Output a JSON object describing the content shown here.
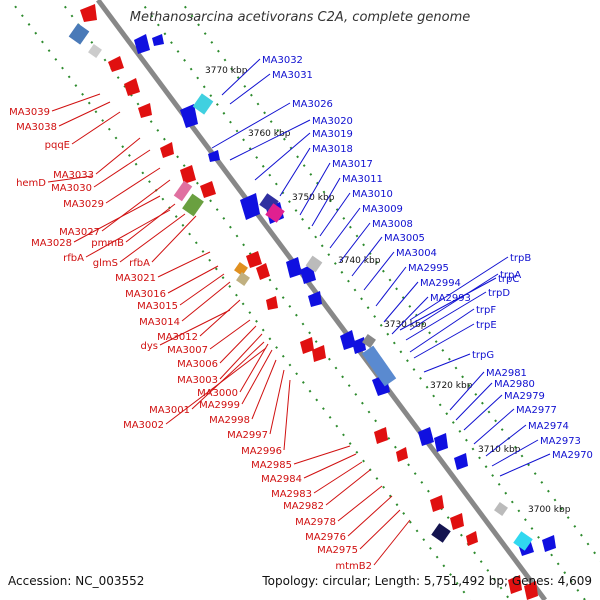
{
  "title": "Methanosarcina acetivorans C2A, complete genome",
  "footer": {
    "accession": "Accession: NC_003552",
    "stats": "Topology: circular; Length: 5,751,492 bp; Genes: 4,609"
  },
  "colors": {
    "forward": "#1010d0",
    "reverse": "#d01010",
    "backbone": "#888888",
    "tick": "#2e8b2e"
  },
  "kbp_ticks": [
    "3770 kbp",
    "3760 kbp",
    "3750 kbp",
    "3740 kbp",
    "3730 kbp",
    "3720 kbp",
    "3710 kbp",
    "3700 kbp"
  ],
  "forward_labels": [
    "MA3032",
    "MA3031",
    "MA3026",
    "MA3020",
    "MA3019",
    "MA3018",
    "MA3017",
    "MA3011",
    "MA3010",
    "MA3009",
    "MA3008",
    "MA3005",
    "MA3004",
    "MA2995",
    "MA2994",
    "MA2993",
    "trpB",
    "trpC",
    "trpA",
    "trpD",
    "trpF",
    "trpE",
    "trpG",
    "MA2981",
    "MA2980",
    "MA2979",
    "MA2977",
    "MA2974",
    "MA2973",
    "MA2970"
  ],
  "reverse_labels": [
    "MA3039",
    "MA3038",
    "pqqE",
    "MA3033",
    "hemD",
    "MA3030",
    "MA3029",
    "MA3027",
    "MA3028",
    "pmmB",
    "rfbA",
    "glmS",
    "rfbA",
    "MA3021",
    "MA3016",
    "MA3015",
    "MA3014",
    "MA3012",
    "dys",
    "MA3007",
    "MA3006",
    "MA3003",
    "MA3000",
    "MA2999",
    "MA3001",
    "MA2998",
    "MA3002",
    "MA2997",
    "MA2996",
    "MA2985",
    "MA2984",
    "MA2983",
    "MA2982",
    "MA2978",
    "MA2976",
    "MA2975",
    "mtmB2"
  ]
}
